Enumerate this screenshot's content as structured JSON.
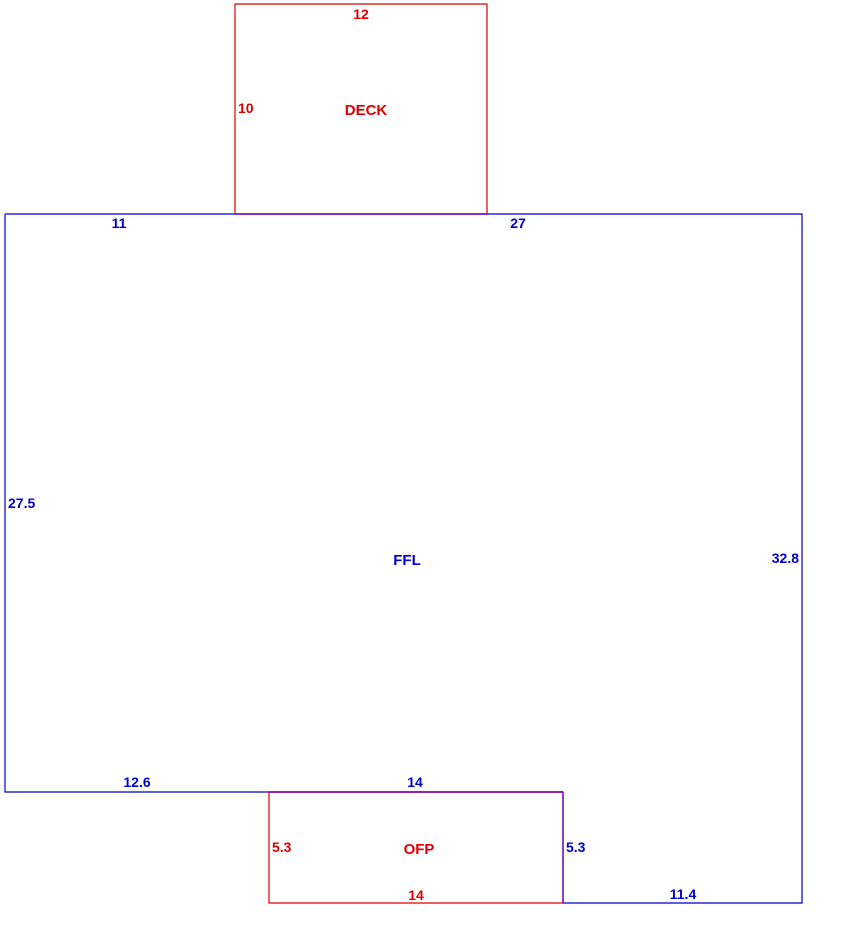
{
  "colors": {
    "main_area": "#0000cc",
    "sub_area": "#dd0000"
  },
  "ffl": {
    "name": "FFL",
    "dims": {
      "top_left": "11",
      "top_right": "27",
      "left": "27.5",
      "right": "32.8",
      "bottom_left": "12.6",
      "bottom_mid": "14",
      "notch_right": "5.3",
      "bottom_right": "11.4"
    }
  },
  "deck": {
    "name": "DECK",
    "dims": {
      "top": "12",
      "left": "10"
    }
  },
  "ofp": {
    "name": "OFP",
    "dims": {
      "left": "5.3",
      "bottom": "14"
    }
  }
}
